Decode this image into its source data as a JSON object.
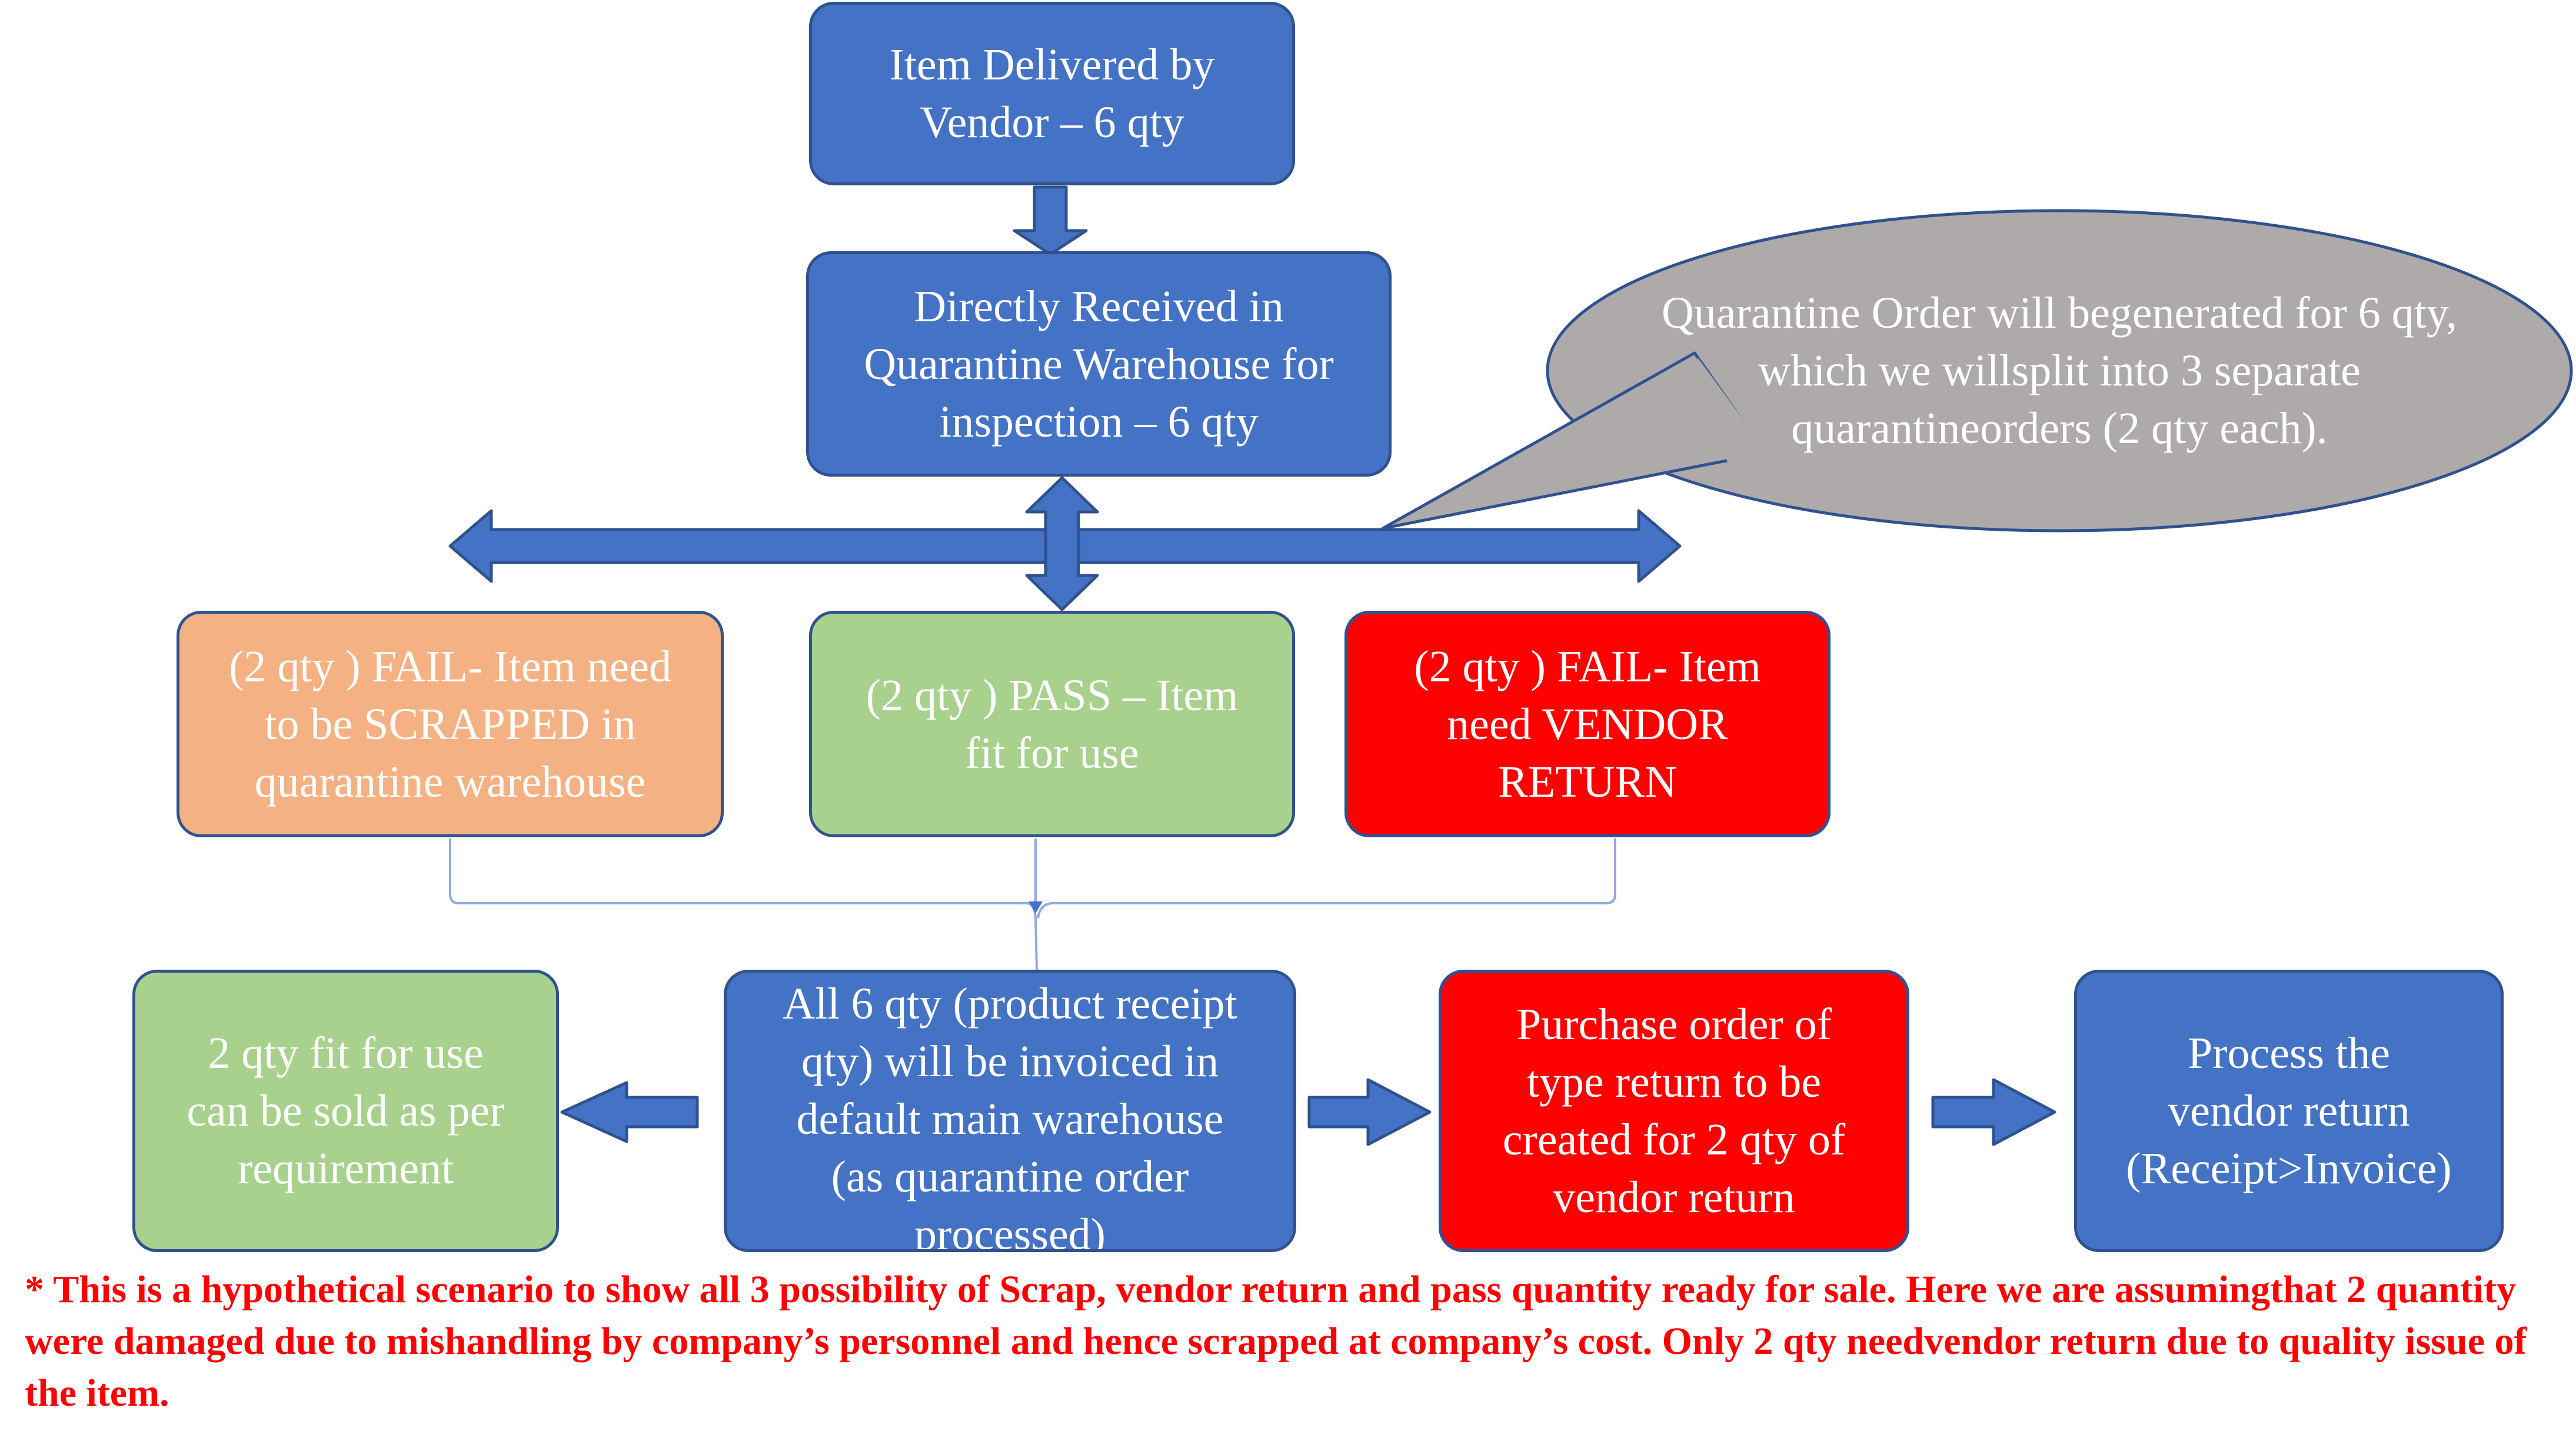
{
  "diagram": {
    "nodes": {
      "delivered": {
        "lines": [
          "Item Delivered by",
          "Vendor – 6 qty"
        ]
      },
      "received": {
        "lines": [
          "Directly Received in",
          "Quarantine Warehouse for",
          "inspection – 6 qty"
        ]
      },
      "scrap": {
        "lines": [
          "(2 qty ) FAIL- Item need",
          "to be SCRAPPED in",
          "quarantine warehouse"
        ]
      },
      "pass": {
        "lines": [
          "(2 qty ) PASS – Item",
          "fit for use"
        ]
      },
      "vreturn": {
        "lines": [
          "(2 qty ) FAIL- Item",
          "need VENDOR",
          "RETURN"
        ]
      },
      "fit": {
        "lines": [
          "2 qty fit for use",
          "can be sold as per",
          "requirement"
        ]
      },
      "invoiced": {
        "lines": [
          "All 6 qty (product receipt",
          "qty) will be invoiced in",
          "default main warehouse",
          "(as quarantine order",
          "processed)"
        ]
      },
      "po": {
        "lines": [
          "Purchase order of",
          "type return to be",
          "created for 2 qty of",
          "vendor return"
        ]
      },
      "process": {
        "lines": [
          "Process the",
          "vendor return",
          "(Receipt>Invoice)"
        ]
      }
    },
    "callout": {
      "lines": [
        "Quarantine Order will be",
        "generated for 6 qty, which we will",
        "split into 3 separate quarantine",
        "orders (2 qty each)."
      ]
    },
    "footnote": {
      "lines": [
        "* This is a hypothetical scenario to show all 3 possibility of Scrap, vendor return and pass quantity ready for sale. Here we are assuming",
        "that 2 quantity were damaged due to mishandling by company’s personnel and hence scrapped at company’s cost. Only 2 qty need",
        "vendor return due to quality issue of the item."
      ]
    },
    "colors": {
      "blue": "#4472c4",
      "blue_border": "#2f528f",
      "orange": "#f4b183",
      "green": "#a9d18e",
      "red": "#ff0000",
      "callout_gray": "#aeaaaa",
      "connector": "#8faadc",
      "footnote_red": "#ff0000"
    }
  }
}
